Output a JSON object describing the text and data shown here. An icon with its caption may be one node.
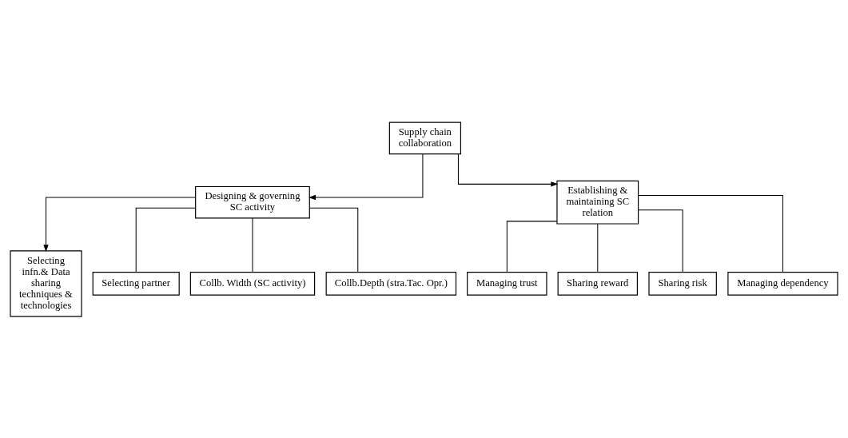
{
  "diagram": {
    "nodes": [
      {
        "text": [
          "Supply chain collaboration"
        ]
      },
      {
        "text": [
          "Designing & governing SC activity"
        ]
      },
      {
        "text": [
          "Establishing & maintaining SC relation"
        ]
      },
      {
        "text": [
          "Selecting infn.& Data sharing techniques & technologies"
        ]
      },
      {
        "text": [
          "Selecting partner"
        ]
      },
      {
        "text": [
          "Collb. Width (SC activity)"
        ]
      },
      {
        "text": [
          "Collb.Depth (stra.Tac. Opr.)"
        ]
      },
      {
        "text": [
          "Managing trust"
        ]
      },
      {
        "text": [
          "Sharing reward"
        ]
      },
      {
        "text": [
          "Sharing risk"
        ]
      },
      {
        "text": [
          "Managing dependency"
        ]
      }
    ],
    "edges": [
      {
        "from": 0,
        "to": 1,
        "arrow": "to"
      },
      {
        "from": 0,
        "to": 2,
        "arrow": "to"
      },
      {
        "from": 1,
        "to": 3,
        "arrow": "to"
      },
      {
        "from": 1,
        "to": 4,
        "arrow": "none"
      },
      {
        "from": 1,
        "to": 5,
        "arrow": "none"
      },
      {
        "from": 1,
        "to": 6,
        "arrow": "none"
      },
      {
        "from": 2,
        "to": 7,
        "arrow": "none"
      },
      {
        "from": 2,
        "to": 8,
        "arrow": "none"
      },
      {
        "from": 2,
        "to": 9,
        "arrow": "none"
      },
      {
        "from": 2,
        "to": 10,
        "arrow": "none"
      }
    ]
  }
}
